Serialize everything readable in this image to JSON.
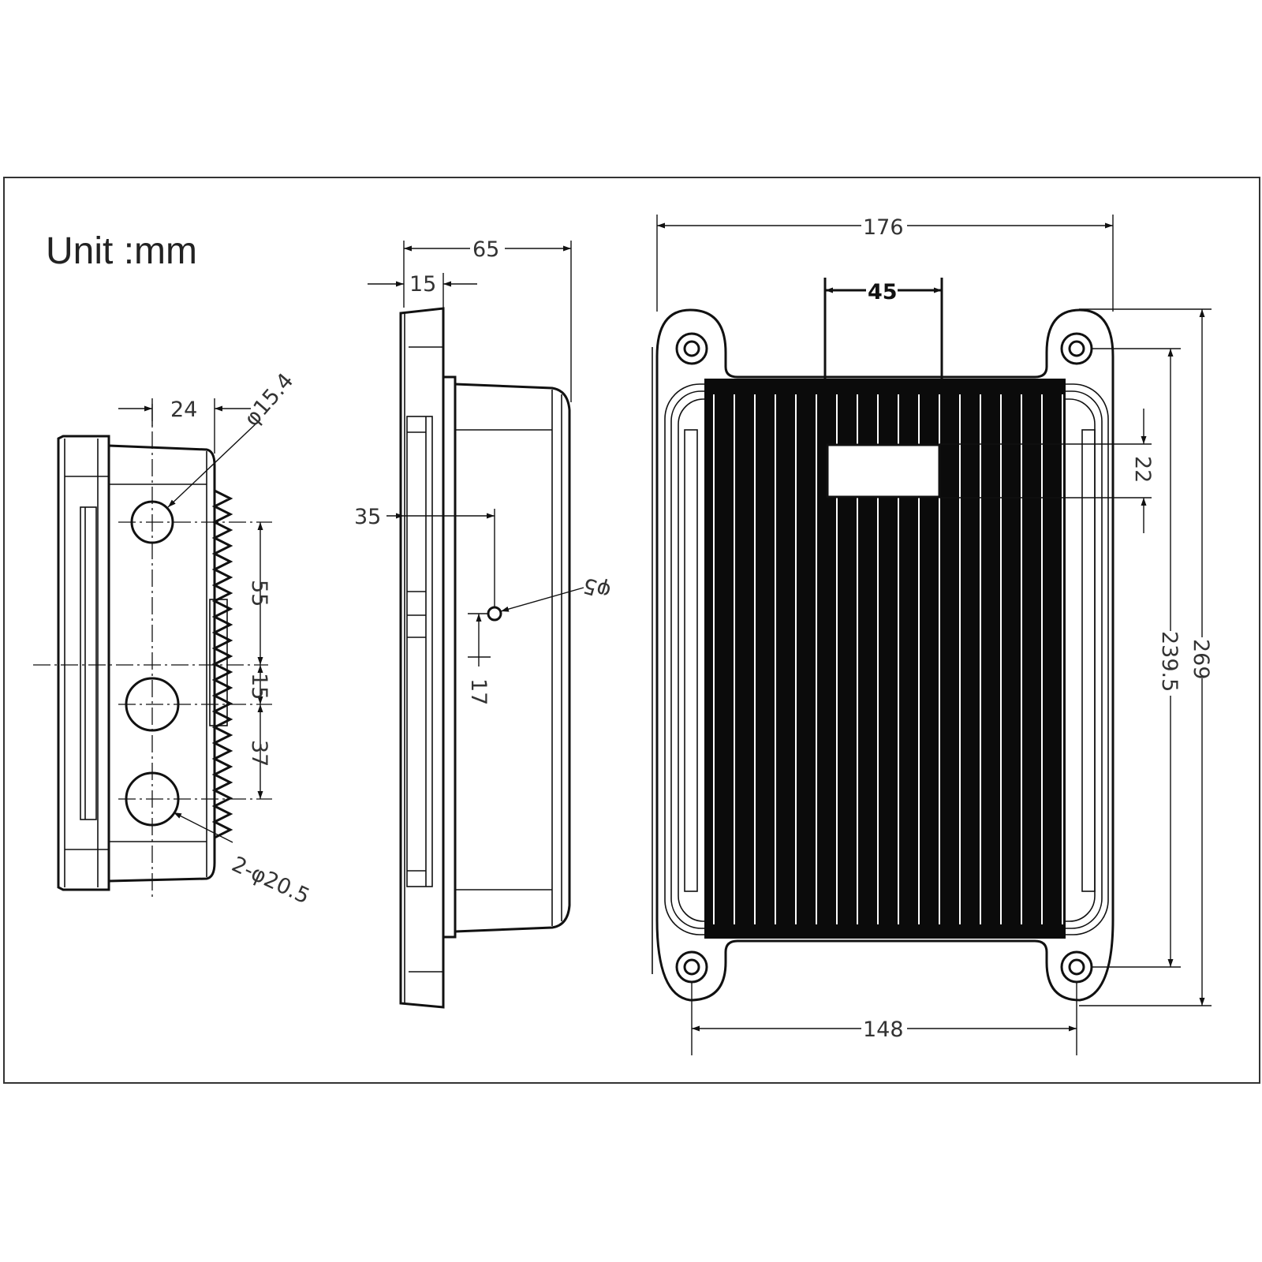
{
  "unit_label": "Unit :mm",
  "dimensions": {
    "d24": "24",
    "d15_4": "φ15.4",
    "d55": "55",
    "d15_side": "15",
    "d37": "37",
    "d2_20_5": "2-φ20.5",
    "d65": "65",
    "d15_top": "15",
    "d35": "35",
    "d5": "φ5",
    "d17": "17",
    "d176": "176",
    "d45": "45",
    "d22": "22",
    "d239_5": "239.5",
    "d269": "269",
    "d148": "148"
  }
}
